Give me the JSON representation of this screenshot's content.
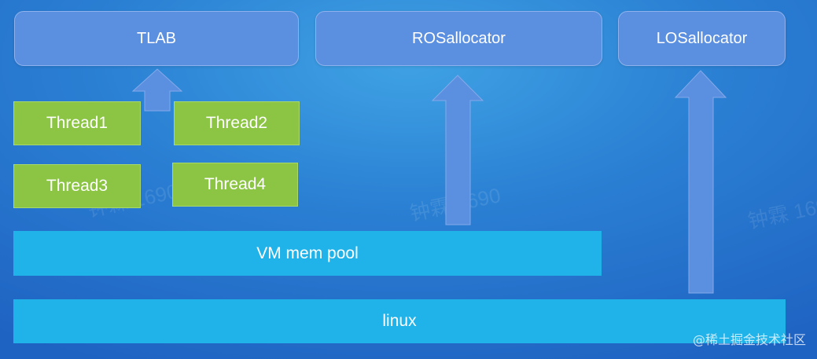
{
  "allocators": {
    "tlab": "TLAB",
    "ros": "ROSallocator",
    "los": "LOSallocator"
  },
  "threads": {
    "t1": "Thread1",
    "t2": "Thread2",
    "t3": "Thread3",
    "t4": "Thread4"
  },
  "layers": {
    "vm_pool": "VM mem pool",
    "linux": "linux"
  },
  "watermark_text": "钟霖 1690",
  "credit": "@稀土掘金技术社区",
  "colors": {
    "background": "#2a7fd3",
    "allocator_box": "#5b8fe0",
    "thread_box": "#8bc543",
    "layer_bar": "#1fb3ea",
    "arrow": "#5b8fe0"
  }
}
